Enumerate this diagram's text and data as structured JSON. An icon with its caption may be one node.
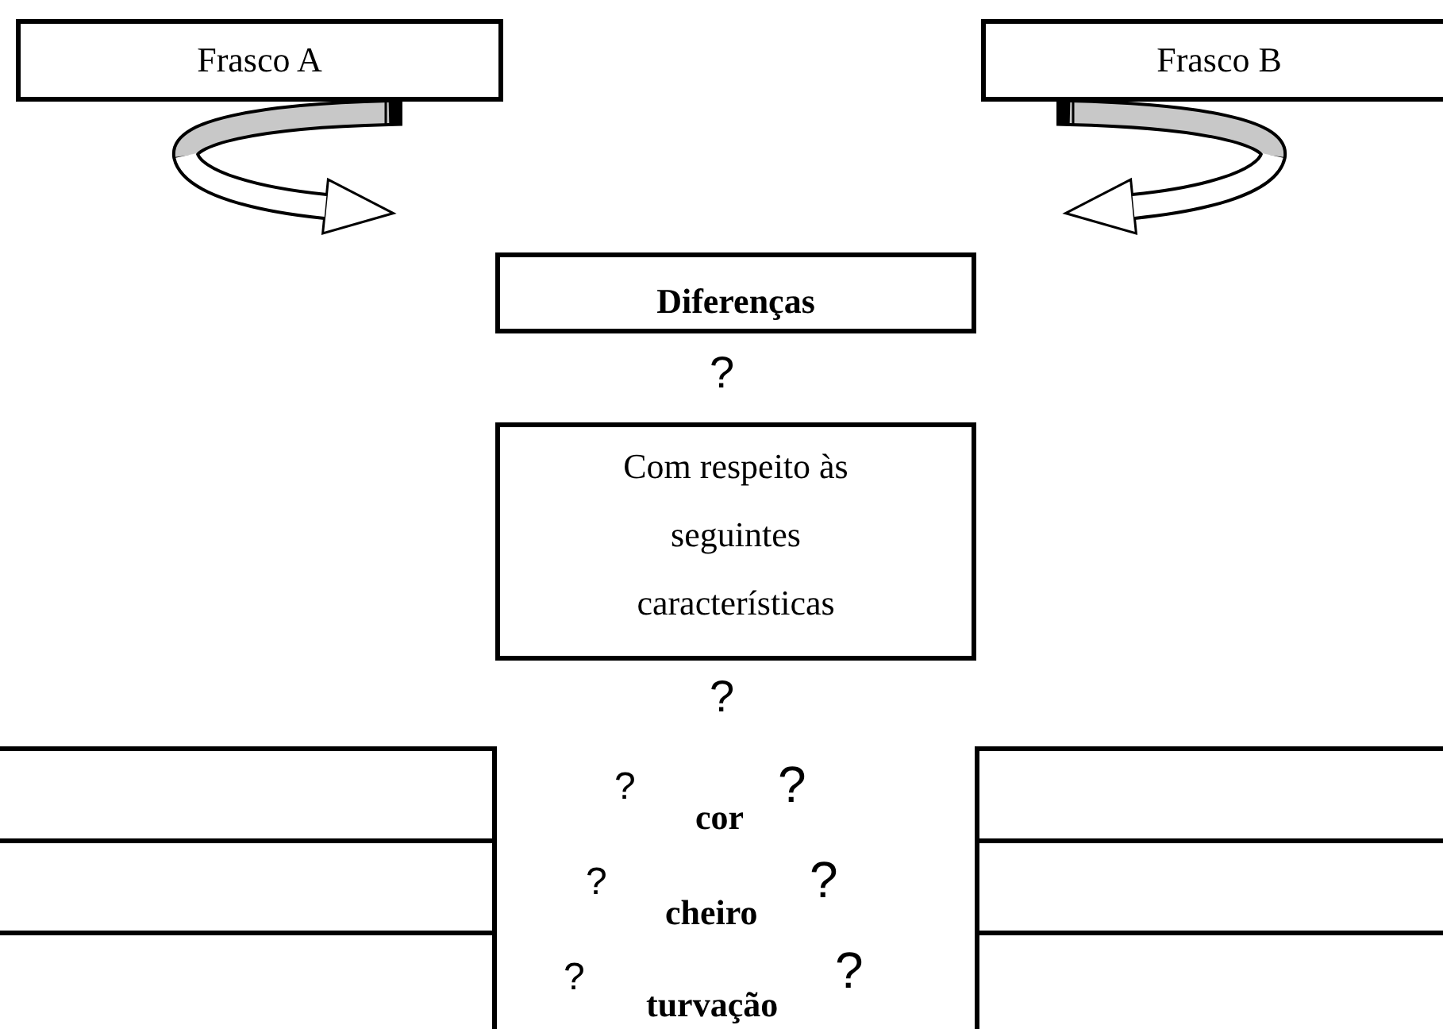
{
  "diagram": {
    "nodes": [
      {
        "text": [
          "Frasco A"
        ]
      },
      {
        "text": [
          "Frasco B"
        ]
      },
      {
        "text": [
          "Diferenças"
        ]
      },
      {
        "text": [
          "Com respeito às seguintes características"
        ]
      },
      {
        "text": [],
        "shape": "box"
      },
      {
        "text": [],
        "shape": "box"
      },
      {
        "text": [],
        "shape": "box"
      },
      {
        "text": [],
        "shape": "box"
      },
      {
        "text": [],
        "shape": "box"
      },
      {
        "text": [],
        "shape": "box"
      }
    ],
    "edges": [
      {
        "from": 0,
        "to": null,
        "arrow": "to"
      },
      {
        "from": 1,
        "to": null,
        "arrow": "to"
      }
    ],
    "labels": [
      "?",
      "?",
      "?",
      "cor",
      "?",
      "?",
      "cheiro",
      "?",
      "?",
      "turvação",
      "?"
    ]
  }
}
